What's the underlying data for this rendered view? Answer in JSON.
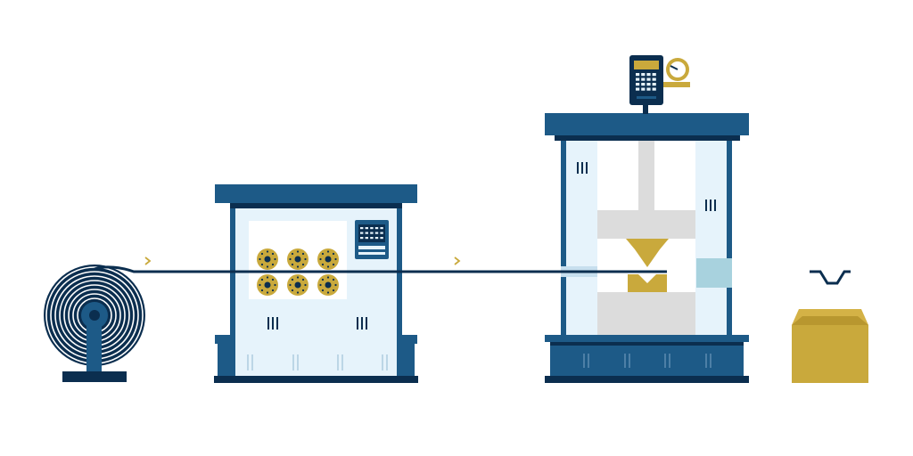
{
  "colors": {
    "navy": "#0b2e4f",
    "blue": "#1d5a87",
    "panel": "#e6f3fb",
    "gold": "#c9a93c",
    "grey": "#dcdcdc",
    "window": "#ffffff",
    "sensor": "#a8d2de"
  },
  "icons": {
    "flow_arrow": "chevron-right-icon",
    "product": "bent-profile-icon",
    "container": "cardboard-box-icon",
    "controller": "control-panel-icon",
    "gauge": "pressure-gauge-icon"
  },
  "stages": [
    {
      "id": "coil",
      "icon": "wire-coil-icon"
    },
    {
      "id": "straightener",
      "icon": "roller-machine-icon",
      "rollers": 6
    },
    {
      "id": "press",
      "icon": "press-machine-icon"
    },
    {
      "id": "output",
      "icon": "cardboard-box-icon"
    }
  ]
}
